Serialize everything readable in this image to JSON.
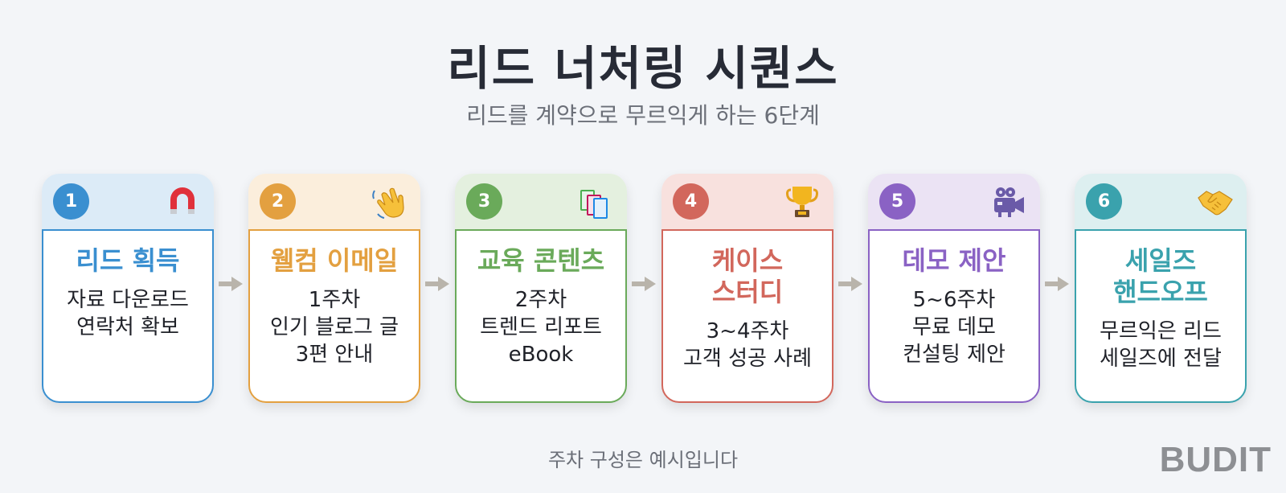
{
  "title": "리드 너처링 시퀀스",
  "subtitle": "리드를 계약으로 무르익게 하는 6단계",
  "steps": [
    {
      "number": "1",
      "icon": "magnet-icon",
      "title": "리드 획득",
      "desc": "자료 다운로드\n연락처 확보",
      "color": "#3a8fd0",
      "head_bg": "#dcebf7"
    },
    {
      "number": "2",
      "icon": "waving-hand-icon",
      "title": "웰컴 이메일",
      "desc": "1주차\n인기 블로그 글\n3편 안내",
      "color": "#e3a040",
      "head_bg": "#fbeedc"
    },
    {
      "number": "3",
      "icon": "books-icon",
      "title": "교육 콘텐츠",
      "desc": "2주차\n트렌드 리포트\neBook",
      "color": "#6aaa5a",
      "head_bg": "#e4f0df"
    },
    {
      "number": "4",
      "icon": "trophy-icon",
      "title": "케이스\n스터디",
      "desc": "3~4주차\n고객 성공 사례",
      "color": "#d2675c",
      "head_bg": "#f8e1de"
    },
    {
      "number": "5",
      "icon": "movie-camera-icon",
      "title": "데모 제안",
      "desc": "5~6주차\n무료 데모\n컨설팅 제안",
      "color": "#8a62c4",
      "head_bg": "#ebe3f4"
    },
    {
      "number": "6",
      "icon": "handshake-icon",
      "title": "세일즈\n핸드오프",
      "desc": "무르익은 리드\n세일즈에 전달",
      "color": "#3aa2ad",
      "head_bg": "#ddeff0"
    }
  ],
  "footnote": "주차 구성은 예시입니다",
  "logo": "BUDIT"
}
